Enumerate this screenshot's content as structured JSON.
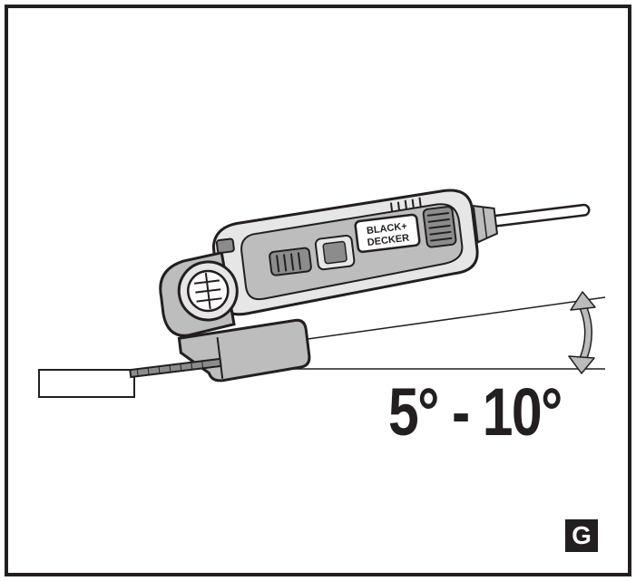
{
  "figure": {
    "letter": "G",
    "angle_range": "5° - 10°"
  },
  "tool": {
    "brand_line1": "BLACK+",
    "brand_line2": "DECKER"
  },
  "colors": {
    "ink": "#231f20",
    "tool_light": "#e6e6e6",
    "tool_mid": "#bdbdbd",
    "tool_dark": "#8c8c8c",
    "arrow_fill": "#bcbcbc",
    "background": "#ffffff"
  }
}
